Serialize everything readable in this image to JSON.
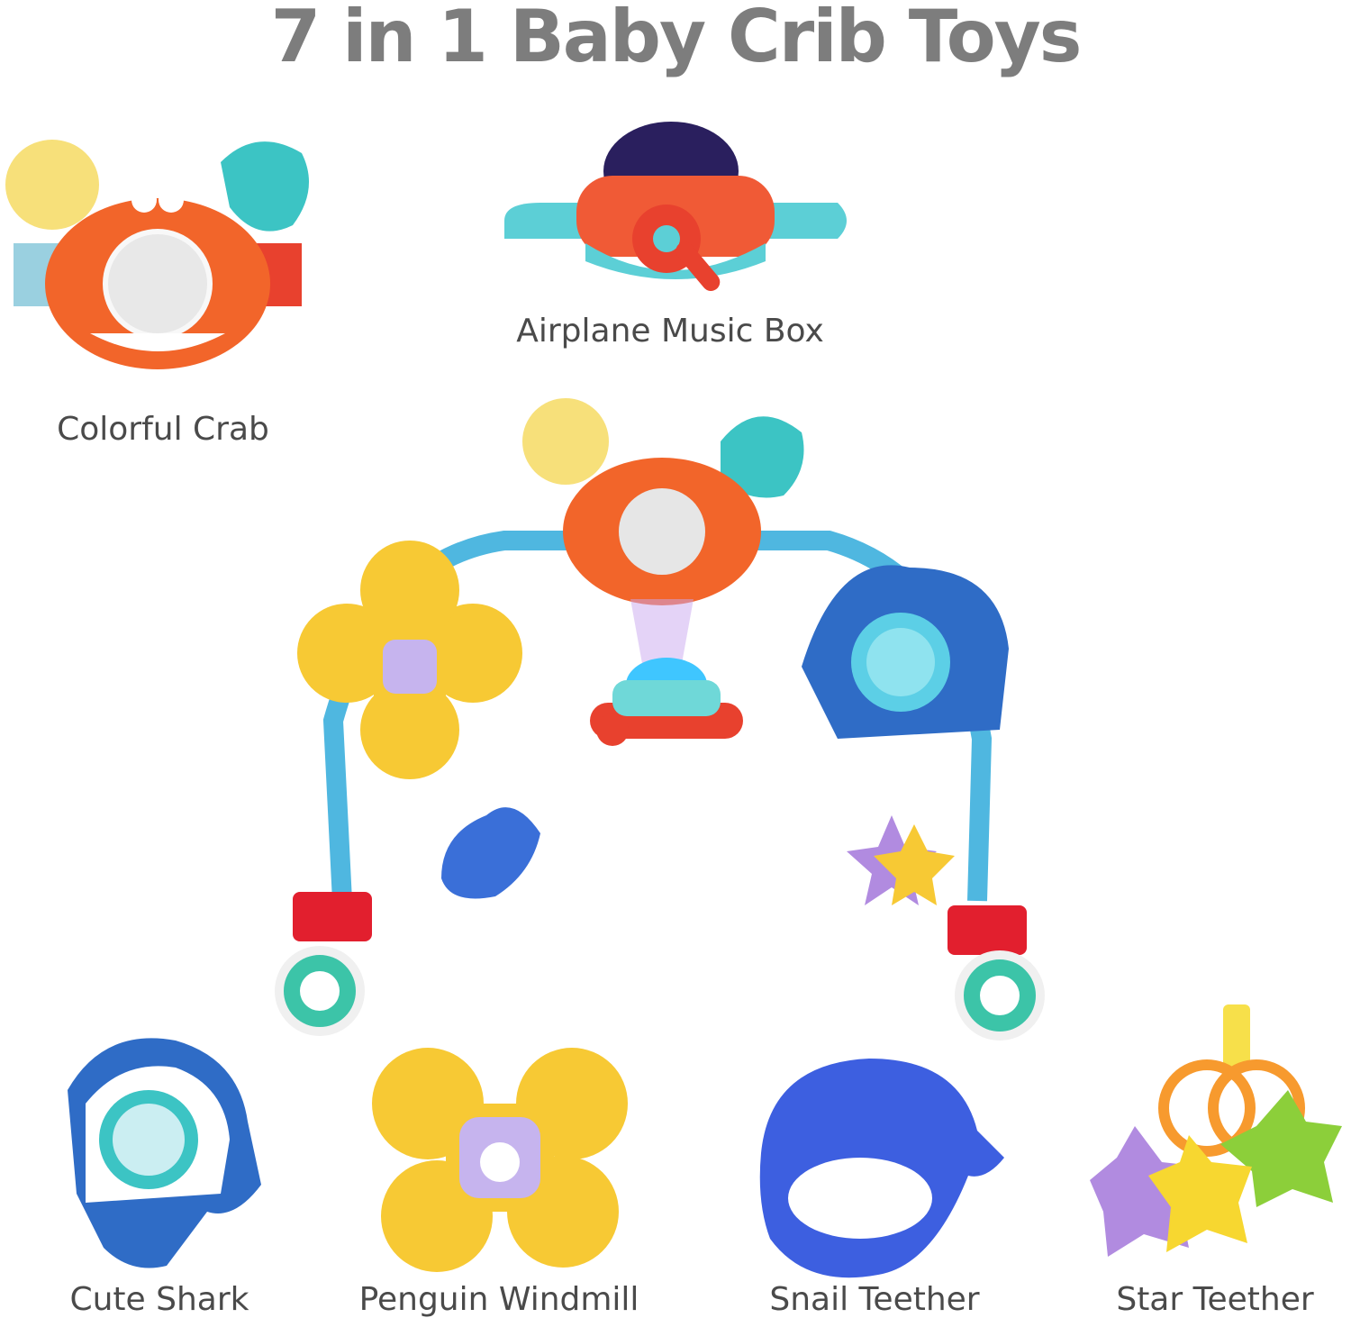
{
  "title": "7 in 1 Baby Crib Toys",
  "items": [
    {
      "label": "Colorful Crab"
    },
    {
      "label": "Airplane Music Box"
    },
    {
      "label": "Cute Shark"
    },
    {
      "label": "Penguin Windmill"
    },
    {
      "label": "Snail Teether"
    },
    {
      "label": "Star Teether"
    }
  ],
  "colors": {
    "title": "#7d7d7d",
    "label": "#4a4a4a",
    "crab": "#f2652a",
    "teal": "#3cc4c4",
    "yellow": "#f7c934",
    "blue": "#3a6fd8",
    "red": "#e8412e"
  }
}
